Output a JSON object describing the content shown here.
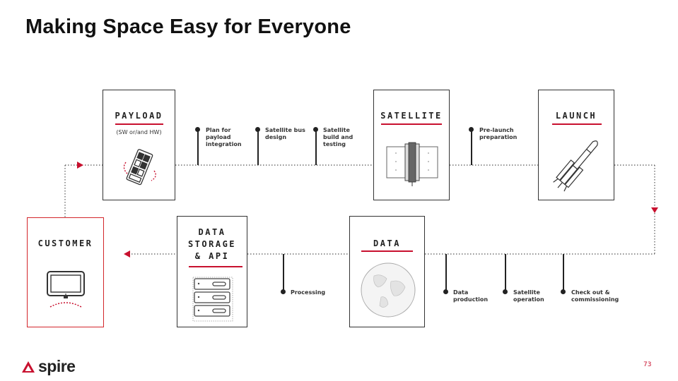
{
  "title": "Making Space Easy for Everyone",
  "boxes": {
    "payload": {
      "label": "PAYLOAD",
      "sub": "(SW or/and HW)"
    },
    "satellite": {
      "label": "SATELLITE"
    },
    "launch": {
      "label": "LAUNCH"
    },
    "customer": {
      "label": "CUSTOMER"
    },
    "storage": {
      "label_lines": [
        "DATA",
        "STORAGE",
        "& API"
      ]
    },
    "data": {
      "label": "DATA"
    }
  },
  "top_steps": [
    {
      "lines": [
        "Plan for",
        "payload",
        "integration"
      ]
    },
    {
      "lines": [
        "Satellite bus",
        "design"
      ]
    },
    {
      "lines": [
        "Satellite",
        "build and",
        "testing"
      ]
    },
    {
      "lines": [
        "Pre-launch",
        "preparation"
      ]
    }
  ],
  "bottom_steps": [
    {
      "lines": [
        "Processing"
      ]
    },
    {
      "lines": [
        "Data",
        "production"
      ]
    },
    {
      "lines": [
        "Satellite",
        "operation"
      ]
    },
    {
      "lines": [
        "Check out &",
        "commissioning"
      ]
    }
  ],
  "logo": {
    "word": "spire",
    "icon": "spire-triangle-logo-icon"
  },
  "page_number": "73",
  "colors": {
    "accent": "#c8102e",
    "text": "#1a1a1a",
    "border": "#333333"
  }
}
